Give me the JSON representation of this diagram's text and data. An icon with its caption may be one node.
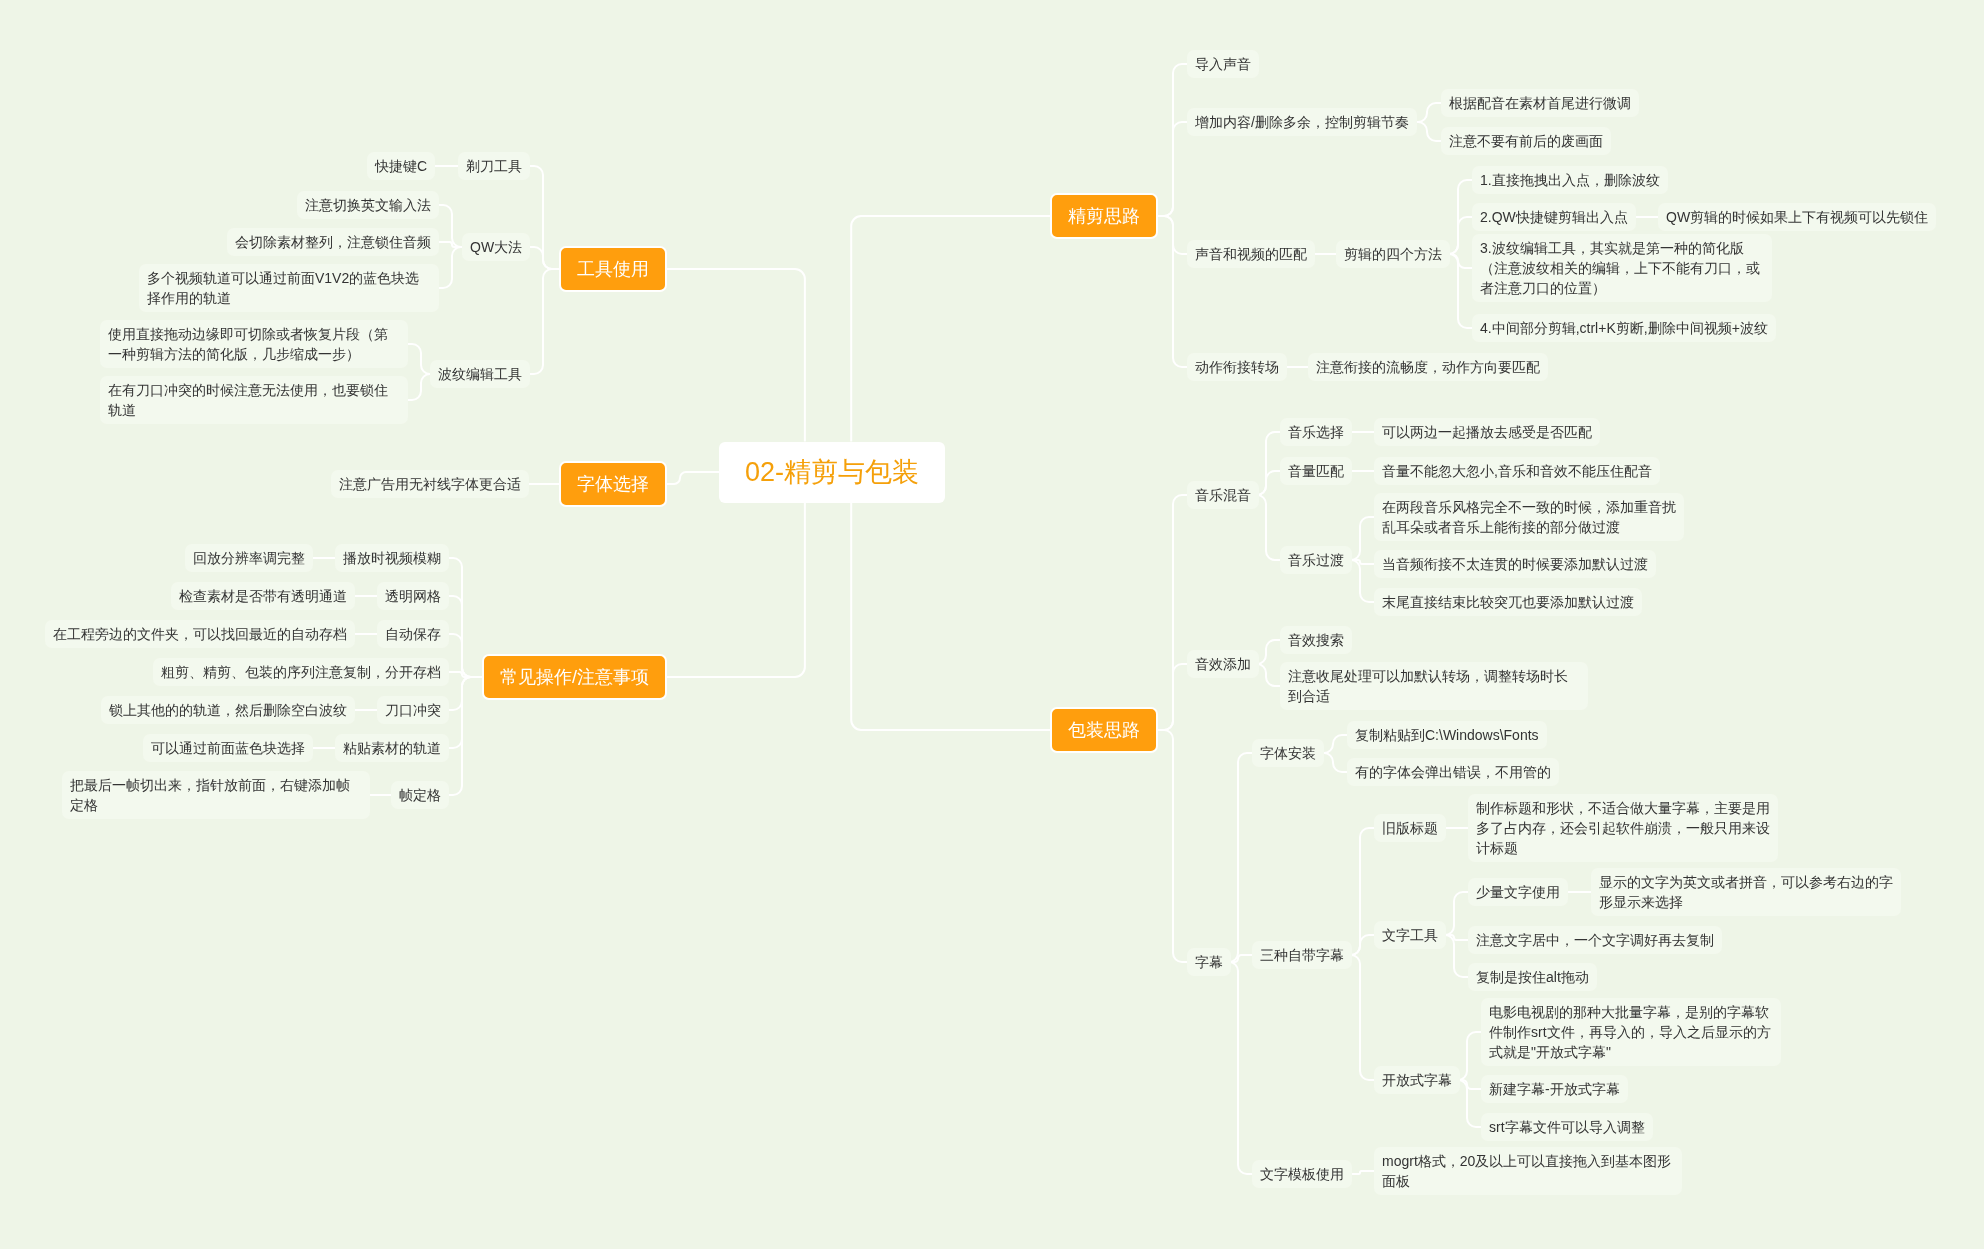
{
  "diagram": {
    "nodes": [
      {
        "text": [
          "02-精剪与包装"
        ]
      },
      {
        "text": [
          "工具使用"
        ]
      },
      {
        "text": [
          "剃刀工具"
        ]
      },
      {
        "text": [
          "快捷键C"
        ]
      },
      {
        "text": [
          "QW大法"
        ]
      },
      {
        "text": [
          "注意切换英文输入法"
        ]
      },
      {
        "text": [
          "会切除素材整列，注意锁住音频"
        ]
      },
      {
        "text": [
          "多个视频轨道可以通过前面V1V2的蓝色块选择作用的轨道"
        ]
      },
      {
        "text": [
          "波纹编辑工具"
        ]
      },
      {
        "text": [
          "使用直接拖动边缘即可切除或者恢复片段（第一种剪辑方法的简化版，几步缩成一步）"
        ]
      },
      {
        "text": [
          "在有刀口冲突的时候注意无法使用，也要锁住轨道"
        ]
      },
      {
        "text": [
          "字体选择"
        ]
      },
      {
        "text": [
          "注意广告用无衬线字体更合适"
        ]
      },
      {
        "text": [
          "常见操作/注意事项"
        ]
      },
      {
        "text": [
          "播放时视频模糊"
        ]
      },
      {
        "text": [
          "回放分辨率调完整"
        ]
      },
      {
        "text": [
          "透明网格"
        ]
      },
      {
        "text": [
          "检查素材是否带有透明通道"
        ]
      },
      {
        "text": [
          "自动保存"
        ]
      },
      {
        "text": [
          "在工程旁边的文件夹，可以找回最近的自动存档"
        ]
      },
      {
        "text": [
          "粗剪、精剪、包装的序列注意复制，分开存档"
        ]
      },
      {
        "text": [
          "刀口冲突"
        ]
      },
      {
        "text": [
          "锁上其他的的轨道，然后删除空白波纹"
        ]
      },
      {
        "text": [
          "粘贴素材的轨道"
        ]
      },
      {
        "text": [
          "可以通过前面蓝色块选择"
        ]
      },
      {
        "text": [
          "帧定格"
        ]
      },
      {
        "text": [
          "把最后一帧切出来，指针放前面，右键添加帧定格"
        ]
      },
      {
        "text": [
          "精剪思路"
        ]
      },
      {
        "text": [
          "导入声音"
        ]
      },
      {
        "text": [
          "增加内容/删除多余，控制剪辑节奏"
        ]
      },
      {
        "text": [
          "根据配音在素材首尾进行微调"
        ]
      },
      {
        "text": [
          "注意不要有前后的废画面"
        ]
      },
      {
        "text": [
          "声音和视频的匹配"
        ]
      },
      {
        "text": [
          "剪辑的四个方法"
        ]
      },
      {
        "text": [
          "1.直接拖拽出入点，删除波纹"
        ]
      },
      {
        "text": [
          "2.QW快捷键剪辑出入点"
        ]
      },
      {
        "text": [
          "QW剪辑的时候如果上下有视频可以先锁住"
        ]
      },
      {
        "text": [
          "3.波纹编辑工具，其实就是第一种的简化版（注意波纹相关的编辑，上下不能有刀口，或者注意刀口的位置）"
        ]
      },
      {
        "text": [
          "4.中间部分剪辑,ctrl+K剪断,删除中间视频+波纹"
        ]
      },
      {
        "text": [
          "动作衔接转场"
        ]
      },
      {
        "text": [
          "注意衔接的流畅度，动作方向要匹配"
        ]
      },
      {
        "text": [
          "包装思路"
        ]
      },
      {
        "text": [
          "音乐混音"
        ]
      },
      {
        "text": [
          "音乐选择"
        ]
      },
      {
        "text": [
          "可以两边一起播放去感受是否匹配"
        ]
      },
      {
        "text": [
          "音量匹配"
        ]
      },
      {
        "text": [
          "音量不能忽大忽小,音乐和音效不能压住配音"
        ]
      },
      {
        "text": [
          "音乐过渡"
        ]
      },
      {
        "text": [
          "在两段音乐风格完全不一致的时候，添加重音扰乱耳朵或者音乐上能衔接的部分做过渡"
        ]
      },
      {
        "text": [
          "当音频衔接不太连贯的时候要添加默认过渡"
        ]
      },
      {
        "text": [
          "末尾直接结束比较突兀也要添加默认过渡"
        ]
      },
      {
        "text": [
          "音效添加"
        ]
      },
      {
        "text": [
          "音效搜索"
        ]
      },
      {
        "text": [
          "注意收尾处理可以加默认转场，调整转场时长到合适"
        ]
      },
      {
        "text": [
          "字幕"
        ]
      },
      {
        "text": [
          "字体安装"
        ]
      },
      {
        "text": [
          "复制粘贴到C:\\Windows\\Fonts"
        ]
      },
      {
        "text": [
          "有的字体会弹出错误，不用管的"
        ]
      },
      {
        "text": [
          "三种自带字幕"
        ]
      },
      {
        "text": [
          "旧版标题"
        ]
      },
      {
        "text": [
          "制作标题和形状，不适合做大量字幕，主要是用多了占内存，还会引起软件崩溃，一般只用来设计标题"
        ]
      },
      {
        "text": [
          "文字工具"
        ]
      },
      {
        "text": [
          "少量文字使用"
        ]
      },
      {
        "text": [
          "显示的文字为英文或者拼音，可以参考右边的字形显示来选择"
        ]
      },
      {
        "text": [
          "注意文字居中，一个文字调好再去复制"
        ]
      },
      {
        "text": [
          "复制是按住alt拖动"
        ]
      },
      {
        "text": [
          "开放式字幕"
        ]
      },
      {
        "text": [
          "电影电视剧的那种大批量字幕，是别的字幕软件制作srt文件，再导入的，导入之后显示的方式就是\"开放式字幕\""
        ]
      },
      {
        "text": [
          "新建字幕-开放式字幕"
        ]
      },
      {
        "text": [
          "srt字幕文件可以导入调整"
        ]
      },
      {
        "text": [
          "文字模板使用"
        ]
      },
      {
        "text": [
          "mogrt格式，20及以上可以直接拖入到基本图形面板"
        ]
      }
    ],
    "edges": [
      {
        "from": 0,
        "to": 1,
        "arrow": "none"
      },
      {
        "from": 1,
        "to": 2,
        "arrow": "none"
      },
      {
        "from": 2,
        "to": 3,
        "arrow": "none"
      },
      {
        "from": 1,
        "to": 4,
        "arrow": "none"
      },
      {
        "from": 4,
        "to": 5,
        "arrow": "none"
      },
      {
        "from": 4,
        "to": 6,
        "arrow": "none"
      },
      {
        "from": 4,
        "to": 7,
        "arrow": "none"
      },
      {
        "from": 1,
        "to": 8,
        "arrow": "none"
      },
      {
        "from": 8,
        "to": 9,
        "arrow": "none"
      },
      {
        "from": 8,
        "to": 10,
        "arrow": "none"
      },
      {
        "from": 0,
        "to": 11,
        "arrow": "none"
      },
      {
        "from": 11,
        "to": 12,
        "arrow": "none"
      },
      {
        "from": 0,
        "to": 13,
        "arrow": "none"
      },
      {
        "from": 13,
        "to": 14,
        "arrow": "none"
      },
      {
        "from": 14,
        "to": 15,
        "arrow": "none"
      },
      {
        "from": 13,
        "to": 16,
        "arrow": "none"
      },
      {
        "from": 16,
        "to": 17,
        "arrow": "none"
      },
      {
        "from": 13,
        "to": 18,
        "arrow": "none"
      },
      {
        "from": 18,
        "to": 19,
        "arrow": "none"
      },
      {
        "from": 13,
        "to": 20,
        "arrow": "none"
      },
      {
        "from": 13,
        "to": 21,
        "arrow": "none"
      },
      {
        "from": 21,
        "to": 22,
        "arrow": "none"
      },
      {
        "from": 13,
        "to": 23,
        "arrow": "none"
      },
      {
        "from": 23,
        "to": 24,
        "arrow": "none"
      },
      {
        "from": 13,
        "to": 25,
        "arrow": "none"
      },
      {
        "from": 25,
        "to": 26,
        "arrow": "none"
      },
      {
        "from": 0,
        "to": 27,
        "arrow": "none"
      },
      {
        "from": 27,
        "to": 28,
        "arrow": "none"
      },
      {
        "from": 27,
        "to": 29,
        "arrow": "none"
      },
      {
        "from": 29,
        "to": 30,
        "arrow": "none"
      },
      {
        "from": 29,
        "to": 31,
        "arrow": "none"
      },
      {
        "from": 27,
        "to": 32,
        "arrow": "none"
      },
      {
        "from": 32,
        "to": 33,
        "arrow": "none"
      },
      {
        "from": 33,
        "to": 34,
        "arrow": "none"
      },
      {
        "from": 33,
        "to": 35,
        "arrow": "none"
      },
      {
        "from": 35,
        "to": 36,
        "arrow": "none"
      },
      {
        "from": 33,
        "to": 37,
        "arrow": "none"
      },
      {
        "from": 33,
        "to": 38,
        "arrow": "none"
      },
      {
        "from": 27,
        "to": 39,
        "arrow": "none"
      },
      {
        "from": 39,
        "to": 40,
        "arrow": "none"
      },
      {
        "from": 0,
        "to": 41,
        "arrow": "none"
      },
      {
        "from": 41,
        "to": 42,
        "arrow": "none"
      },
      {
        "from": 42,
        "to": 43,
        "arrow": "none"
      },
      {
        "from": 43,
        "to": 44,
        "arrow": "none"
      },
      {
        "from": 42,
        "to": 45,
        "arrow": "none"
      },
      {
        "from": 45,
        "to": 46,
        "arrow": "none"
      },
      {
        "from": 42,
        "to": 47,
        "arrow": "none"
      },
      {
        "from": 47,
        "to": 48,
        "arrow": "none"
      },
      {
        "from": 47,
        "to": 49,
        "arrow": "none"
      },
      {
        "from": 47,
        "to": 50,
        "arrow": "none"
      },
      {
        "from": 41,
        "to": 51,
        "arrow": "none"
      },
      {
        "from": 51,
        "to": 52,
        "arrow": "none"
      },
      {
        "from": 51,
        "to": 53,
        "arrow": "none"
      },
      {
        "from": 41,
        "to": 54,
        "arrow": "none"
      },
      {
        "from": 54,
        "to": 55,
        "arrow": "none"
      },
      {
        "from": 55,
        "to": 56,
        "arrow": "none"
      },
      {
        "from": 55,
        "to": 57,
        "arrow": "none"
      },
      {
        "from": 54,
        "to": 58,
        "arrow": "none"
      },
      {
        "from": 58,
        "to": 59,
        "arrow": "none"
      },
      {
        "from": 59,
        "to": 60,
        "arrow": "none"
      },
      {
        "from": 58,
        "to": 61,
        "arrow": "none"
      },
      {
        "from": 61,
        "to": 62,
        "arrow": "none"
      },
      {
        "from": 62,
        "to": 63,
        "arrow": "none"
      },
      {
        "from": 61,
        "to": 64,
        "arrow": "none"
      },
      {
        "from": 61,
        "to": 65,
        "arrow": "none"
      },
      {
        "from": 58,
        "to": 66,
        "arrow": "none"
      },
      {
        "from": 66,
        "to": 67,
        "arrow": "none"
      },
      {
        "from": 66,
        "to": 68,
        "arrow": "none"
      },
      {
        "from": 66,
        "to": 69,
        "arrow": "none"
      },
      {
        "from": 54,
        "to": 70,
        "arrow": "none"
      },
      {
        "from": 70,
        "to": 71,
        "arrow": "none"
      }
    ]
  }
}
